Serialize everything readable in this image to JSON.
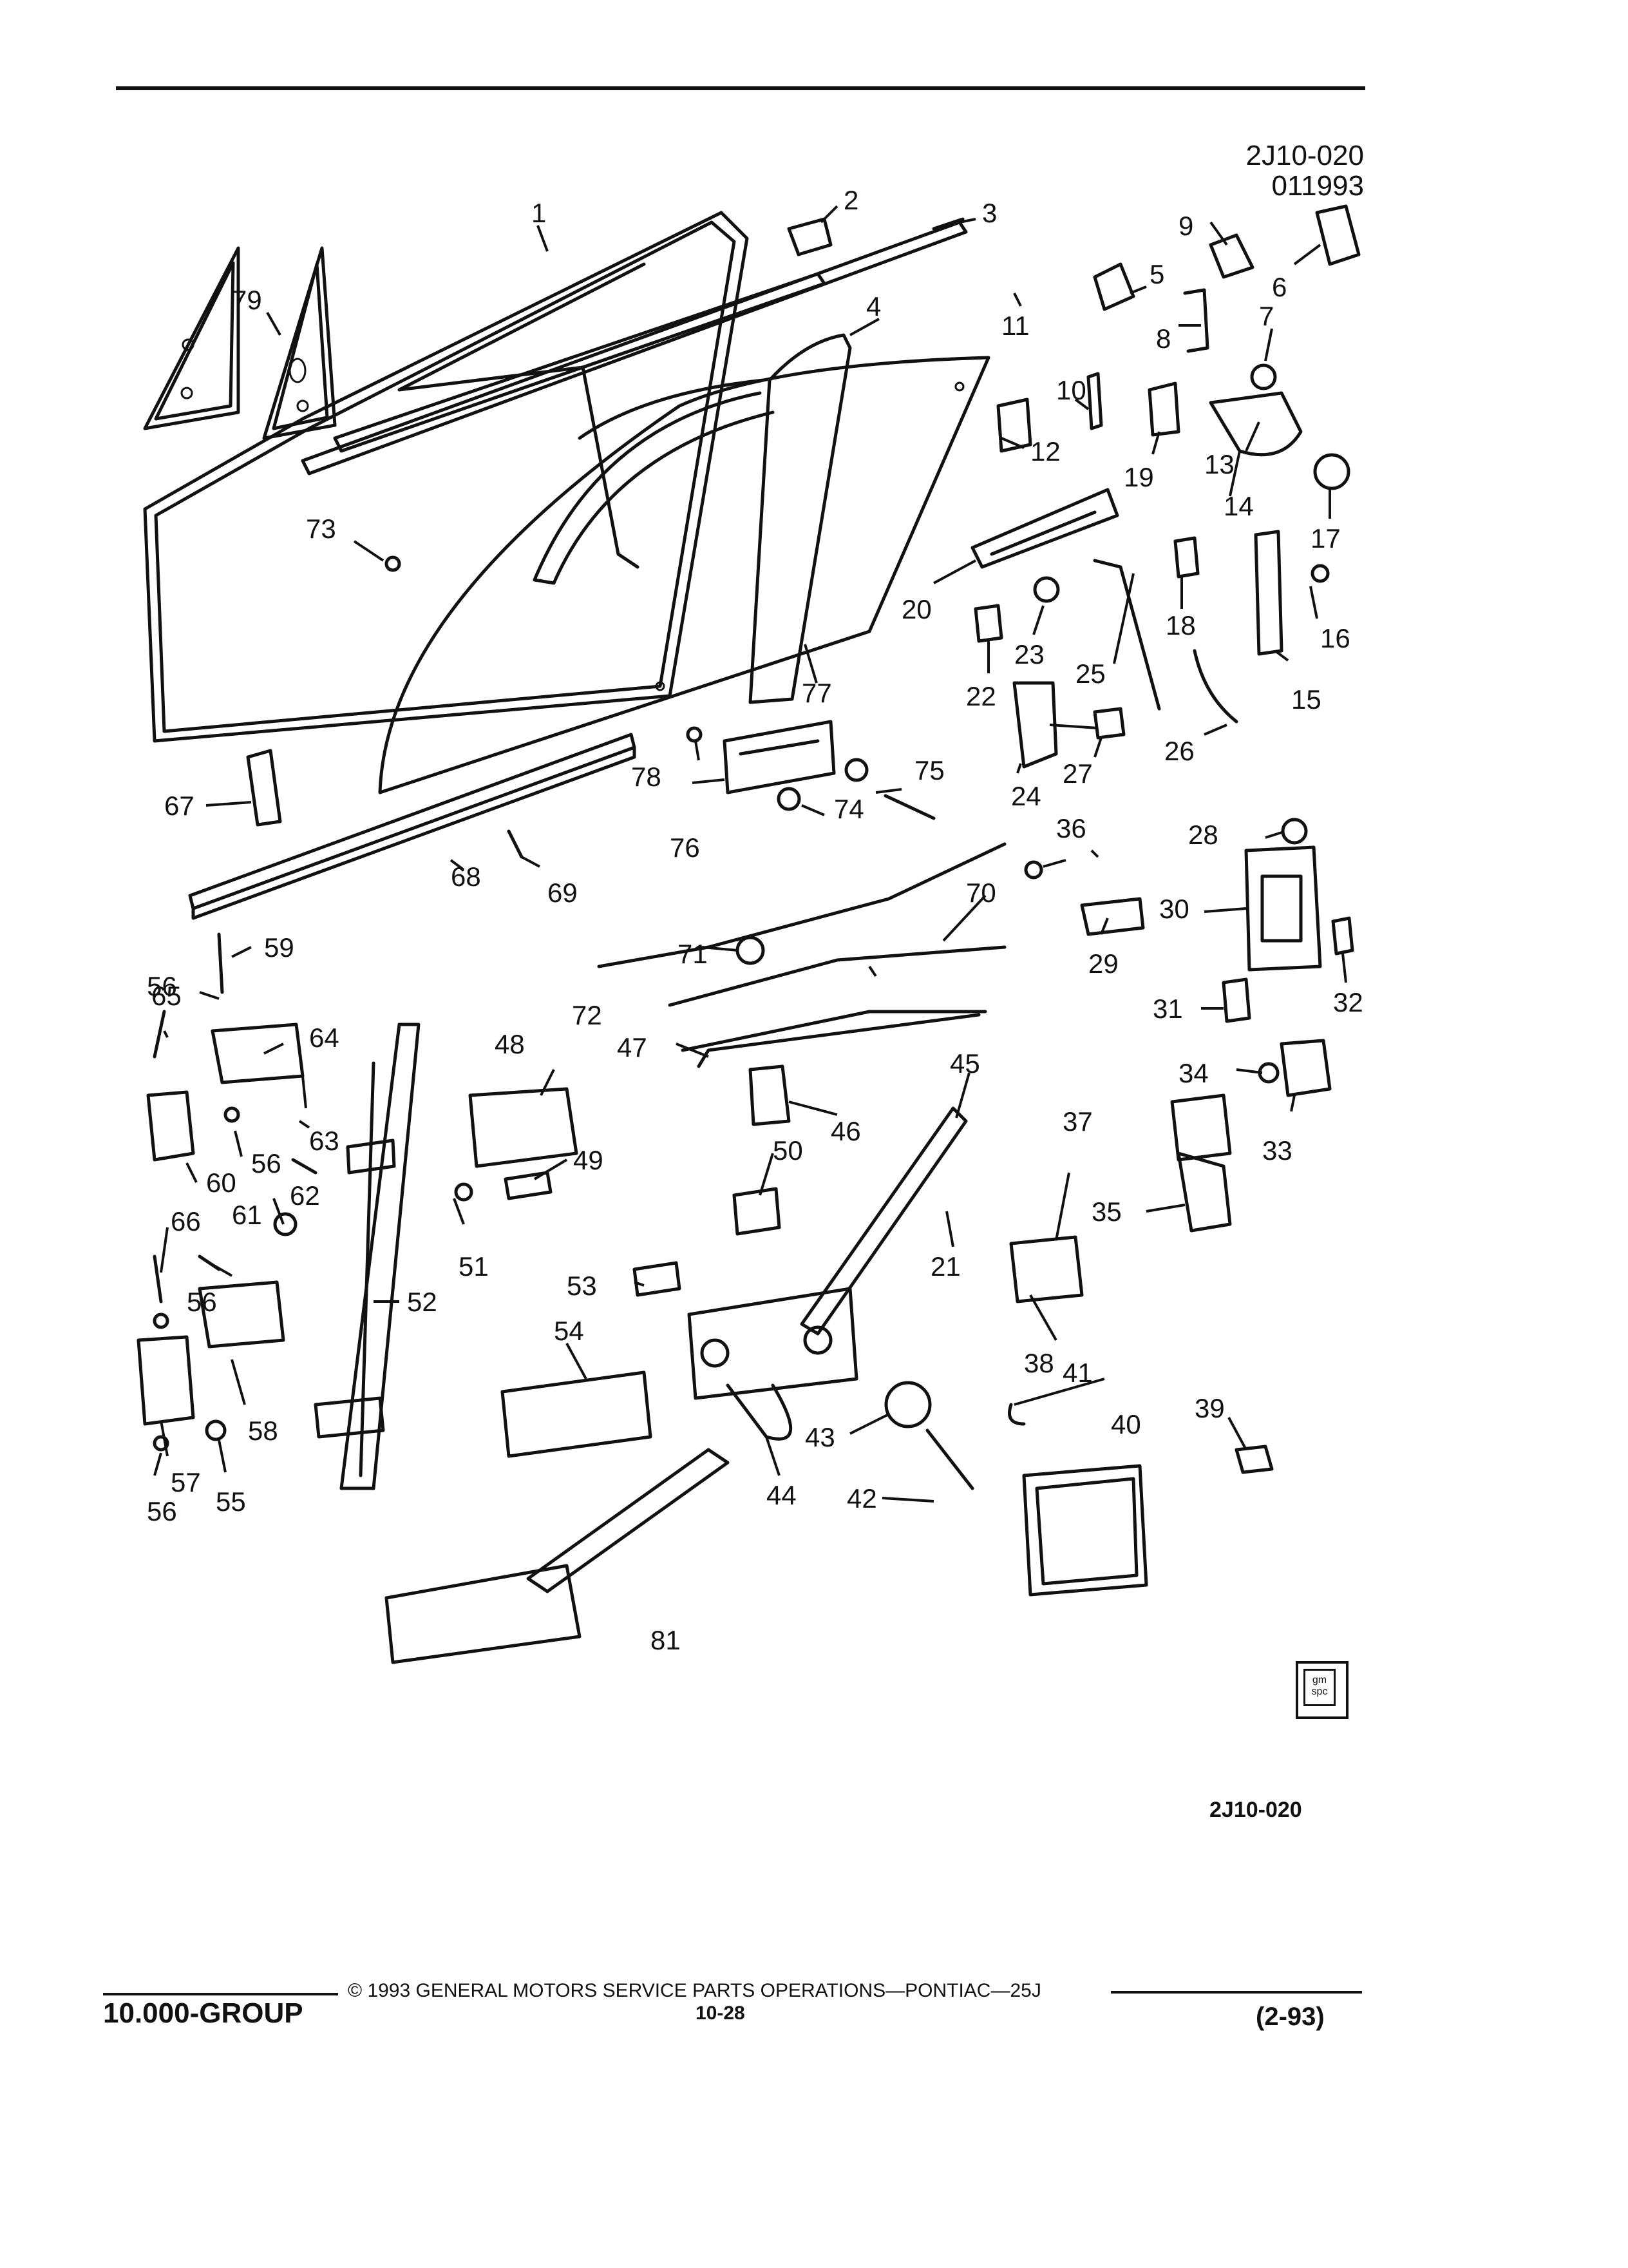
{
  "header": {
    "drawing_code": "2J10-020",
    "date_code": "011993"
  },
  "diagram": {
    "callouts": [
      "1",
      "2",
      "3",
      "4",
      "5",
      "6",
      "7",
      "8",
      "9",
      "10",
      "11",
      "12",
      "13",
      "14",
      "15",
      "16",
      "17",
      "18",
      "19",
      "20",
      "21",
      "22",
      "23",
      "24",
      "25",
      "26",
      "27",
      "28",
      "29",
      "30",
      "31",
      "32",
      "33",
      "34",
      "35",
      "36",
      "37",
      "38",
      "39",
      "40",
      "41",
      "42",
      "43",
      "44",
      "45",
      "46",
      "47",
      "48",
      "49",
      "50",
      "51",
      "52",
      "53",
      "54",
      "55",
      "56",
      "56",
      "56",
      "56",
      "57",
      "58",
      "59",
      "60",
      "61",
      "62",
      "63",
      "64",
      "65",
      "66",
      "67",
      "68",
      "69",
      "70",
      "71",
      "72",
      "73",
      "74",
      "75",
      "76",
      "77",
      "78",
      "79",
      "81"
    ],
    "footer_code": "2J10-020",
    "logo_text": "gm spc"
  },
  "footer": {
    "copyright": "© 1993 GENERAL MOTORS SERVICE PARTS OPERATIONS—PONTIAC—25J",
    "group": "10.000-GROUP",
    "page_number": "10-28",
    "revision": "(2-93)"
  }
}
